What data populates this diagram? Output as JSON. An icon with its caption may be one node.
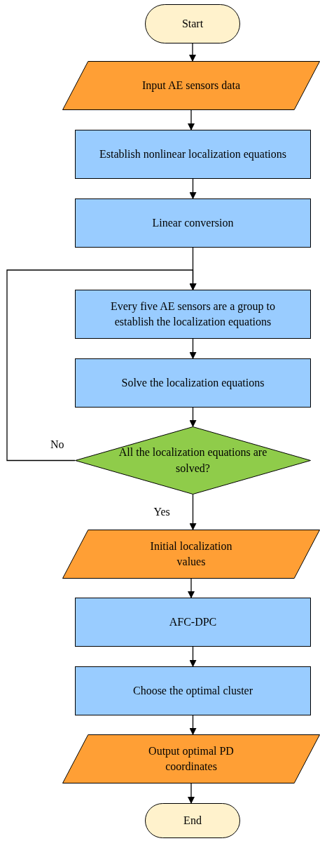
{
  "diagram": {
    "nodes": [
      {
        "text": [
          "Start"
        ]
      },
      {
        "text": [
          "Input AE sensors data"
        ]
      },
      {
        "text": [
          "Establish nonlinear localization equations"
        ]
      },
      {
        "text": [
          "Linear conversion"
        ]
      },
      {
        "text": [
          "Every five AE sensors are a group to establish the localization equations"
        ]
      },
      {
        "text": [
          "Solve the localization equations"
        ]
      },
      {
        "text": [
          "All the localization equations are solved?"
        ]
      },
      {
        "text": [
          "Initial localization values"
        ]
      },
      {
        "text": [
          "AFC-DPC"
        ]
      },
      {
        "text": [
          "Choose the optimal cluster"
        ]
      },
      {
        "text": [
          "Output optimal PD coordinates"
        ]
      },
      {
        "text": [
          "End"
        ]
      }
    ],
    "edges": [
      {
        "from": 0,
        "to": 1,
        "arrow": "to"
      },
      {
        "from": 1,
        "to": 2,
        "arrow": "to"
      },
      {
        "from": 2,
        "to": 3,
        "arrow": "to"
      },
      {
        "from": 3,
        "to": 4,
        "arrow": "to"
      },
      {
        "from": 4,
        "to": 5,
        "arrow": "to"
      },
      {
        "from": 5,
        "to": 6,
        "arrow": "to"
      },
      {
        "from": 6,
        "to": 7,
        "arrow": "to",
        "label": "Yes"
      },
      {
        "from": 7,
        "to": 8,
        "arrow": "to"
      },
      {
        "from": 8,
        "to": 9,
        "arrow": "to"
      },
      {
        "from": 9,
        "to": 10,
        "arrow": "to"
      },
      {
        "from": 10,
        "to": 11,
        "arrow": "to"
      },
      {
        "from": 6,
        "to": 4,
        "arrow": "to",
        "label": "No"
      }
    ]
  }
}
